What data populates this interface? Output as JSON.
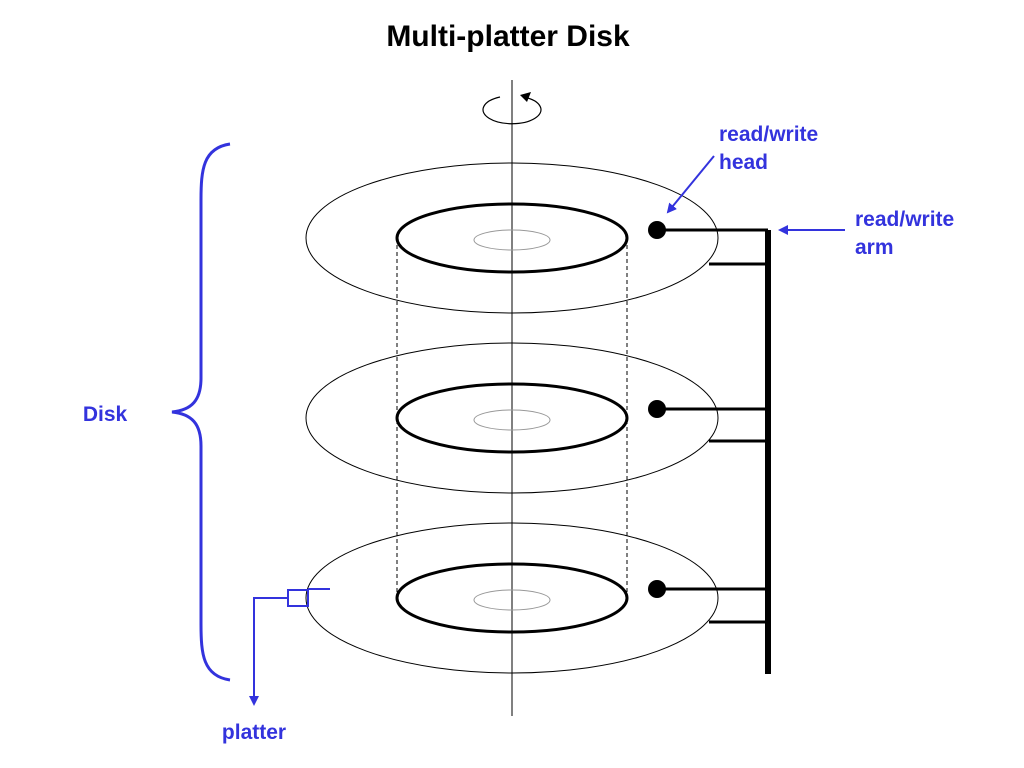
{
  "title": "Multi-platter Disk",
  "labels": {
    "read_write_head": [
      "read/write",
      "head"
    ],
    "read_write_arm": [
      "read/write",
      "arm"
    ],
    "disk": "Disk",
    "platter": "platter"
  },
  "colors": {
    "label_blue": "#3333dd",
    "line_black": "#000000",
    "background": "#ffffff"
  }
}
